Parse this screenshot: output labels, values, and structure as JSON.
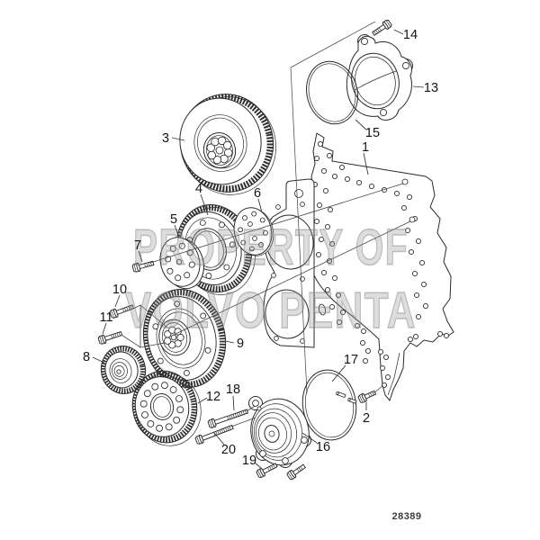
{
  "diagram": {
    "type": "exploded-parts-diagram",
    "background": "#ffffff",
    "line_color": "#2a2a2a",
    "watermark": {
      "line1": "PROPERTY OF",
      "line2": "VOLVO PENTA",
      "color": "#8f8f8f"
    },
    "part_number": "28389",
    "callouts": [
      {
        "label": "1"
      },
      {
        "label": "2"
      },
      {
        "label": "3"
      },
      {
        "label": "4"
      },
      {
        "label": "5"
      },
      {
        "label": "6"
      },
      {
        "label": "7"
      },
      {
        "label": "8"
      },
      {
        "label": "9"
      },
      {
        "label": "10"
      },
      {
        "label": "11"
      },
      {
        "label": "12"
      },
      {
        "label": "13"
      },
      {
        "label": "14"
      },
      {
        "label": "15"
      },
      {
        "label": "16"
      },
      {
        "label": "17"
      },
      {
        "label": "18"
      },
      {
        "label": "19"
      },
      {
        "label": "20"
      }
    ]
  }
}
